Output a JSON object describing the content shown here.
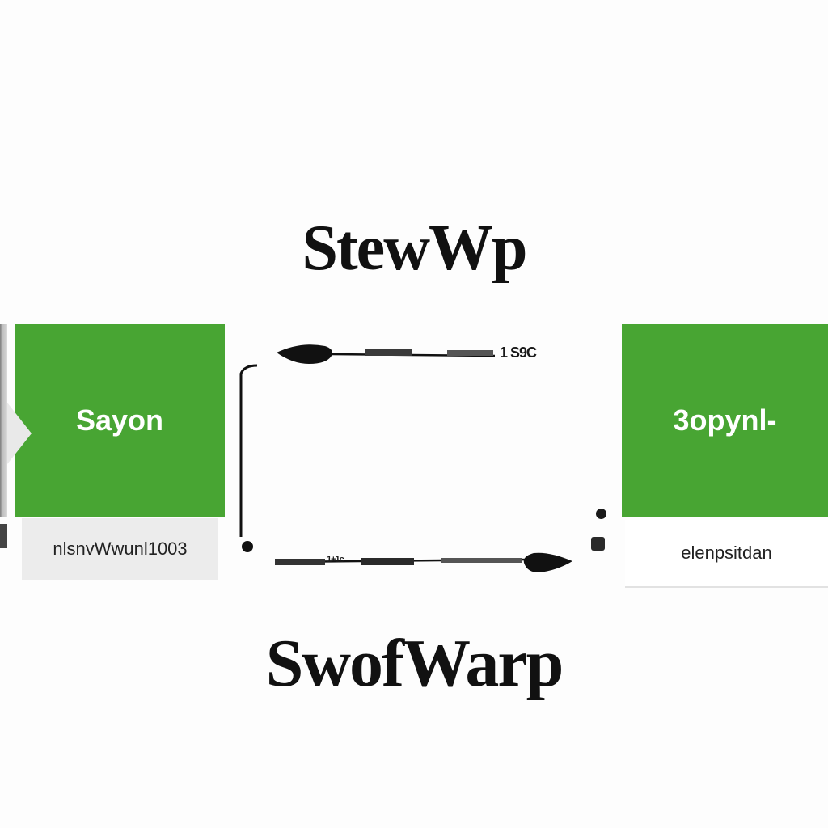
{
  "diagram": {
    "title_top": "StewWp",
    "title_bottom": "SwofWarp",
    "left_node": {
      "label": "Sayon",
      "caption": "nlsnvWwunl1003"
    },
    "right_node": {
      "label": "3opynl-",
      "caption": "elenpsitdan"
    },
    "top_arrow": {
      "label": "1 S9C"
    },
    "bottom_arrow": {
      "label": "1+1c"
    },
    "colors": {
      "node_fill": "#48a533",
      "caption_fill": "#ececec",
      "arrow_color": "#111111"
    },
    "icons": {
      "arrow_head": "arrow-head-icon",
      "connector_end": "connector-dot-icon"
    }
  }
}
